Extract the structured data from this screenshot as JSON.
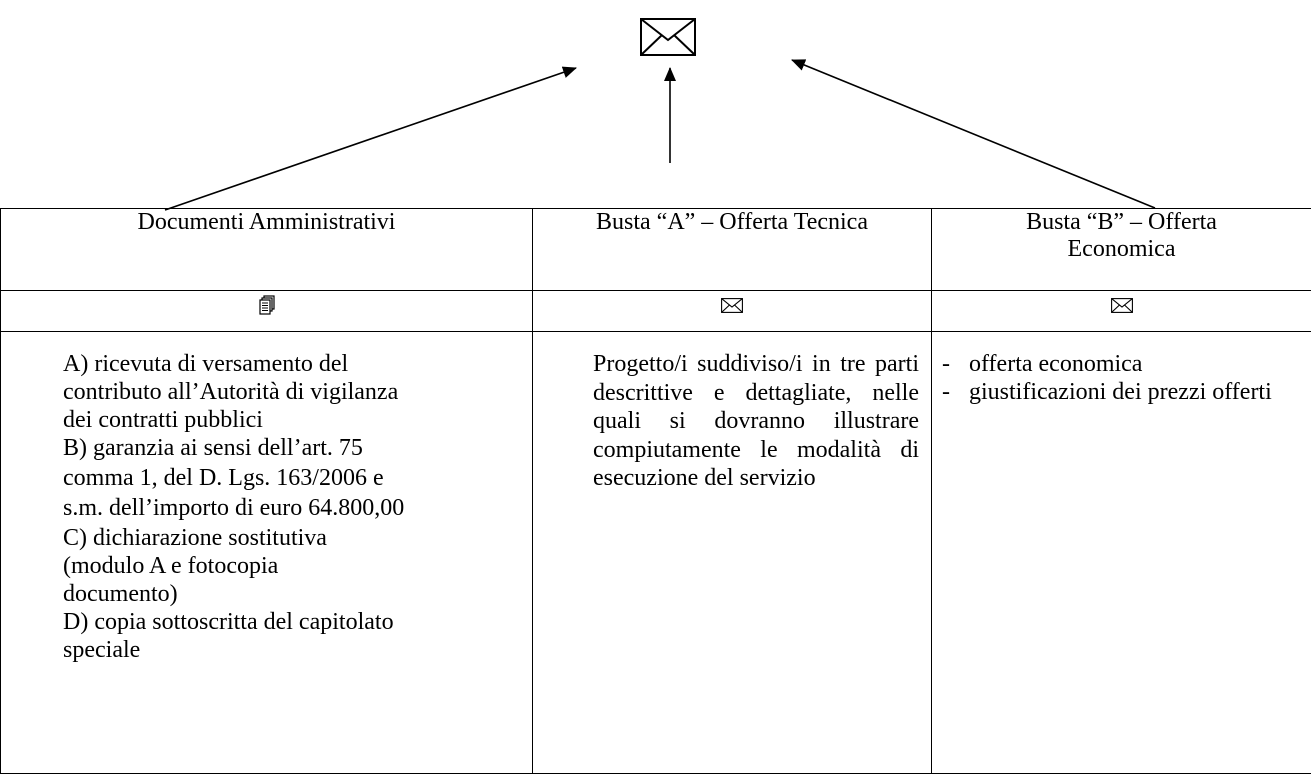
{
  "diagram": {
    "top_icon": "envelope-icon",
    "columns": [
      {
        "header": "Documenti Amministrativi",
        "icon": "documents-icon",
        "items": [
          "A) ricevuta di versamento del contributo all’Autorità di vigilanza dei contratti pubblici",
          "B) garanzia ai sensi dell’art. 75 comma 1, del D. Lgs. 163/2006 e s.m. dell’importo di euro 64.800,00",
          "C) dichiarazione sostitutiva (modulo A e fotocopia documento)",
          "D) copia sottoscritta del capitolato speciale"
        ]
      },
      {
        "header": "Busta “A” – Offerta Tecnica",
        "icon": "envelope-icon",
        "body": "Progetto/i suddiviso/i in tre parti descrittive e dettagliate, nelle quali si dovranno illustrare compiutamente le modalità di esecuzione del servizio"
      },
      {
        "header": "Busta “B” – Offerta Economica",
        "icon": "envelope-icon",
        "items": [
          "offerta economica",
          "giustificazioni dei prezzi offerti"
        ]
      }
    ]
  }
}
